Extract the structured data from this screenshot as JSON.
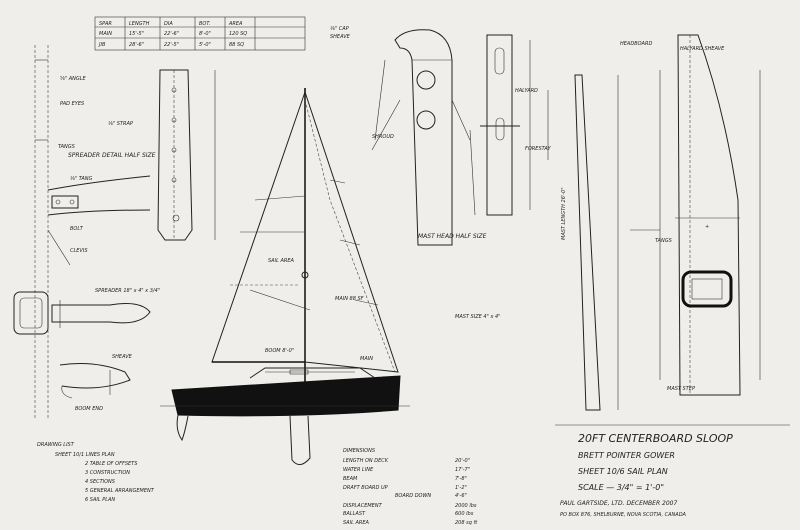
{
  "title_block": {
    "line1": "20FT CENTERBOARD SLOOP",
    "line2": "BRETT POINTER GOWER",
    "line3": "SHEET 10/6  SAIL PLAN",
    "line4": "SCALE — 3/4\" = 1'-0\"",
    "line5": "PAUL GARTSIDE, LTD.   DECEMBER 2007",
    "line6": "PO BOX 876, SHELBURNE, NOVA SCOTIA, CANADA"
  },
  "drawing_list": {
    "heading": "DRAWING LIST",
    "items": [
      "SHEET 10/1  LINES PLAN",
      "2  TABLE OF OFFSETS",
      "3  CONSTRUCTION",
      "4  SECTIONS",
      "5  GENERAL ARRANGEMENT",
      "6  SAIL PLAN"
    ]
  },
  "dimensions": {
    "heading": "DIMENSIONS",
    "rows": [
      {
        "label": "LENGTH ON DECK",
        "value": "20'-0\""
      },
      {
        "label": "WATER LINE",
        "value": "17'-7\""
      },
      {
        "label": "BEAM",
        "value": "7'-8\""
      },
      {
        "label": "DRAFT  BOARD UP",
        "value": "1'-2\""
      },
      {
        "label": "BOARD DOWN",
        "value": "4'-6\""
      },
      {
        "label": "DISPLACEMENT",
        "value": "2000 lbs"
      },
      {
        "label": "BALLAST",
        "value": "600 lbs"
      },
      {
        "label": "SAIL AREA",
        "value": "208 sq ft"
      }
    ]
  },
  "spar_table": {
    "headers": [
      "SPAR",
      "LENGTH",
      "DIA",
      "BOT.",
      "AREA"
    ],
    "rows": [
      [
        "MAIN",
        "15'-5\"",
        "22'-6\"",
        "8'-0\"",
        "120 SQ"
      ],
      [
        "JIB",
        "28'-6\"",
        "22'-5\"",
        "5'-0\"",
        "88 SQ"
      ]
    ]
  },
  "annotations": {
    "spreader": "SPREADER DETAIL HALF SIZE",
    "masthead": "MAST HEAD HALF SIZE",
    "mast_section": "MAST SIZE 4\" x 4\"",
    "spreader_size": "SPREADER 18\" x 4\" x 3/4\"",
    "shroud": "SHROUD",
    "forestay": "FORESTAY",
    "boom": "BOOM",
    "mast_length": "MAST LENGTH 26'-0\"",
    "tangs": "TANGS",
    "halyard": "HALYARD SHEAVE",
    "boom_end": "BOOM END"
  },
  "colors": {
    "paper": "#efeeea",
    "ink": "#222222",
    "hull": "#111111"
  }
}
